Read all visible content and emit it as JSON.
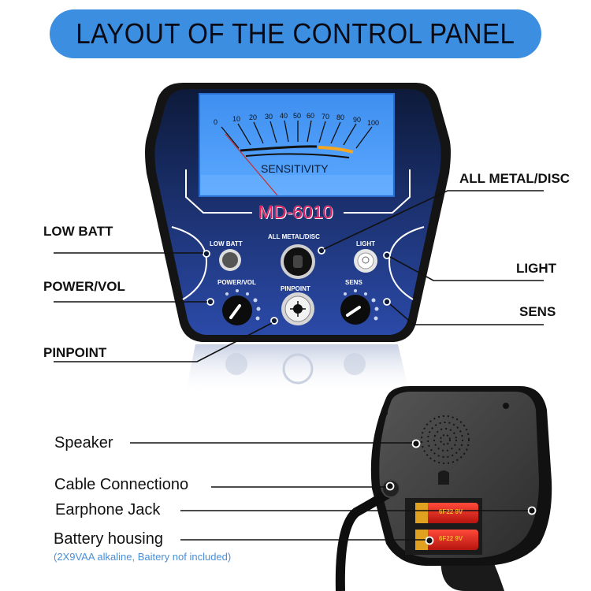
{
  "header": {
    "title": "LAYOUT OF THE CONTROL PANEL",
    "pill_color": "#3b8ee0"
  },
  "control_panel": {
    "model": "MD-6010",
    "meter": {
      "label": "SENSITIVITY",
      "scale": [
        "0",
        "10",
        "20",
        "30",
        "40",
        "50",
        "60",
        "70",
        "80",
        "90",
        "100"
      ],
      "screen_color": "#4a9cf5",
      "highlight_color": "#f5a623"
    },
    "panel_labels": {
      "low_batt": "LOW BATT",
      "all_metal_disc": "ALL METAL/DISC",
      "light": "LIGHT",
      "power_vol": "POWER/VOL",
      "pinpoint": "PINPOINT",
      "sens": "SENS"
    },
    "callouts": {
      "low_batt": "LOW BATT",
      "power_vol": "POWER/VOL",
      "pinpoint": "PINPOINT",
      "all_metal_disc": "ALL METAL/DISC",
      "light": "LIGHT",
      "sens": "SENS"
    }
  },
  "back_panel": {
    "callouts": {
      "speaker": "Speaker",
      "cable_connection": "Cable Connectiono",
      "earphone_jack": "Earphone Jack",
      "battery_housing": "Battery housing",
      "battery_note": "(2X9VAA alkaline, Baitery nof included)"
    },
    "battery_text": "6F22 9V"
  }
}
